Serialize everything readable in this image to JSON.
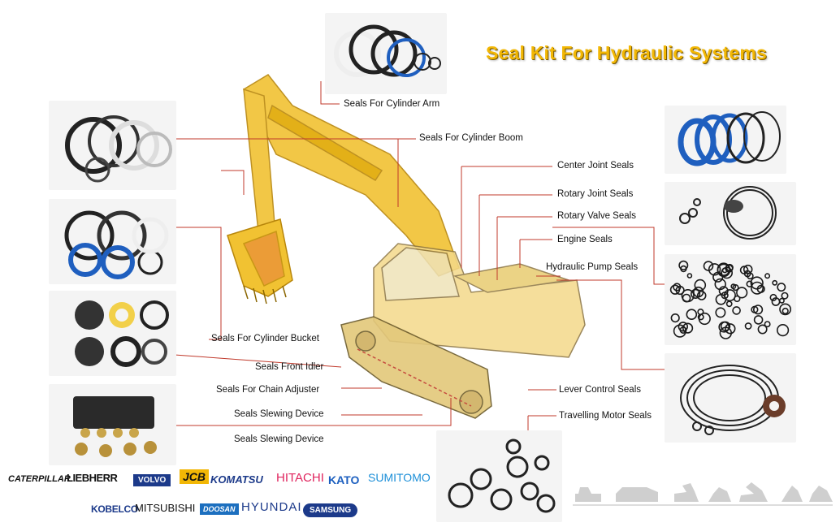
{
  "title": "Seal Kit For Hydraulic Systems",
  "labels": {
    "cylinder_arm": "Seals For Cylinder Arm",
    "cylinder_boom": "Seals For Cylinder Boom",
    "center_joint": "Center Joint Seals",
    "rotary_joint": "Rotary Joint Seals",
    "rotary_valve": "Rotary Valve Seals",
    "engine": "Engine Seals",
    "hydraulic_pump": "Hydraulic Pump Seals",
    "cylinder_bucket": "Seals For Cylinder Bucket",
    "front_idler": "Seals Front Idler",
    "chain_adjuster": "Seals For Chain Adjuster",
    "slewing_device_1": "Seals Slewing Device",
    "slewing_device_2": "Seals Slewing Device",
    "lever_control": "Lever Control Seals",
    "travelling_motor": "Travelling Motor Seals"
  },
  "brands": {
    "caterpillar": "CATERPILLAR",
    "liebherr": "LIEBHERR",
    "volvo": "VOLVO",
    "jcb": "JCB",
    "komatsu": "KOMATSU",
    "hitachi": "HITACHI",
    "kato": "KATO",
    "sumitomo": "SUMITOMO",
    "kobelco": "KOBELCO",
    "mitsubishi": "MITSUBISHI",
    "doosan": "DOOSAN",
    "hyundai": "HYUNDAI",
    "samsung": "SAMSUNG"
  },
  "colors": {
    "title": "#f2b705",
    "leader_line": "#c0392b",
    "excavator": "#f1c232",
    "seal_blue": "#1f5fbf",
    "seal_black": "#1a1a1a"
  }
}
